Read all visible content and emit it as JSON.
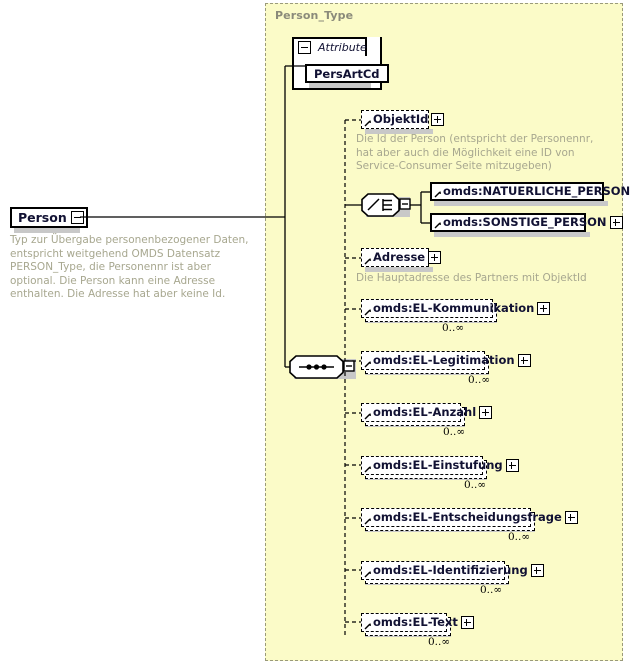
{
  "diagram": {
    "kind": "xsd-schema-diagram",
    "colors": {
      "panel_fill": "#FBFBC8",
      "panel_border": "#9a9a7a",
      "node_text": "#111133",
      "description_text": "#a7a78f",
      "line": "#000000",
      "shadow": "#c8c8c8"
    }
  },
  "type_panel": {
    "title": "Person_Type"
  },
  "root_element": {
    "name": "Person",
    "collapse_icon": "minus-box-icon",
    "description": "Typ zur Übergabe personenbezogener Daten, entspricht weitgehend OMDS Datensatz PERSON_Type, die Personennr ist aber optional. Die Person kann eine Adresse enthalten. Die Adresse hat aber keine Id."
  },
  "attribute_group": {
    "label": "Attribute",
    "collapse_icon": "minus-box-icon",
    "attributes": [
      {
        "name": "PersArtCd"
      }
    ]
  },
  "compositors": [
    {
      "id": "choice",
      "kind": "choice",
      "icon": "choice-octagon-icon",
      "expander": "minus-box-icon"
    },
    {
      "id": "sequence",
      "kind": "sequence",
      "icon": "sequence-octagon-icon",
      "expander": "minus-box-icon"
    }
  ],
  "nodes": [
    {
      "id": "objektid",
      "label": "ObjektId",
      "border": "dashed",
      "optional": true,
      "repeating": false,
      "occurs": "",
      "expander": "plus-box-icon",
      "description": "Die Id der Person (entspricht der Personennr, hat aber auch die Möglichkeit eine ID von Service-Consumer Seite mitzugeben)"
    },
    {
      "id": "natuerliche-person",
      "label": "omds:NATUERLICHE_PERSON",
      "border": "solid",
      "optional": false,
      "repeating": false,
      "occurs": "",
      "expander": "plus-box-icon",
      "description": ""
    },
    {
      "id": "sonstige-person",
      "label": "omds:SONSTIGE_PERSON",
      "border": "solid",
      "optional": false,
      "repeating": false,
      "occurs": "",
      "expander": "plus-box-icon",
      "description": ""
    },
    {
      "id": "adresse",
      "label": "Adresse",
      "border": "dashed",
      "optional": true,
      "repeating": false,
      "occurs": "",
      "expander": "plus-box-icon",
      "description": "Die Hauptadresse des Partners mit ObjektId"
    },
    {
      "id": "el-kommunikation",
      "label": "omds:EL-Kommunikation",
      "border": "dashed",
      "optional": true,
      "repeating": true,
      "occurs": "0..∞",
      "expander": "plus-box-icon",
      "description": ""
    },
    {
      "id": "el-legitimation",
      "label": "omds:EL-Legitimation",
      "border": "dashed",
      "optional": true,
      "repeating": true,
      "occurs": "0..∞",
      "expander": "plus-box-icon",
      "description": ""
    },
    {
      "id": "el-anzahl",
      "label": "omds:EL-Anzahl",
      "border": "dashed",
      "optional": true,
      "repeating": true,
      "occurs": "0..∞",
      "expander": "plus-box-icon",
      "description": ""
    },
    {
      "id": "el-einstufung",
      "label": "omds:EL-Einstufung",
      "border": "dashed",
      "optional": true,
      "repeating": true,
      "occurs": "0..∞",
      "expander": "plus-box-icon",
      "description": ""
    },
    {
      "id": "el-entscheidungsfrage",
      "label": "omds:EL-Entscheidungsfrage",
      "border": "dashed",
      "optional": true,
      "repeating": true,
      "occurs": "0..∞",
      "expander": "plus-box-icon",
      "description": ""
    },
    {
      "id": "el-identifizierung",
      "label": "omds:EL-Identifizierung",
      "border": "dashed",
      "optional": true,
      "repeating": true,
      "occurs": "0..∞",
      "expander": "plus-box-icon",
      "description": ""
    },
    {
      "id": "el-text",
      "label": "omds:EL-Text",
      "border": "dashed",
      "optional": true,
      "repeating": true,
      "occurs": "0..∞",
      "expander": "plus-box-icon",
      "description": ""
    }
  ]
}
